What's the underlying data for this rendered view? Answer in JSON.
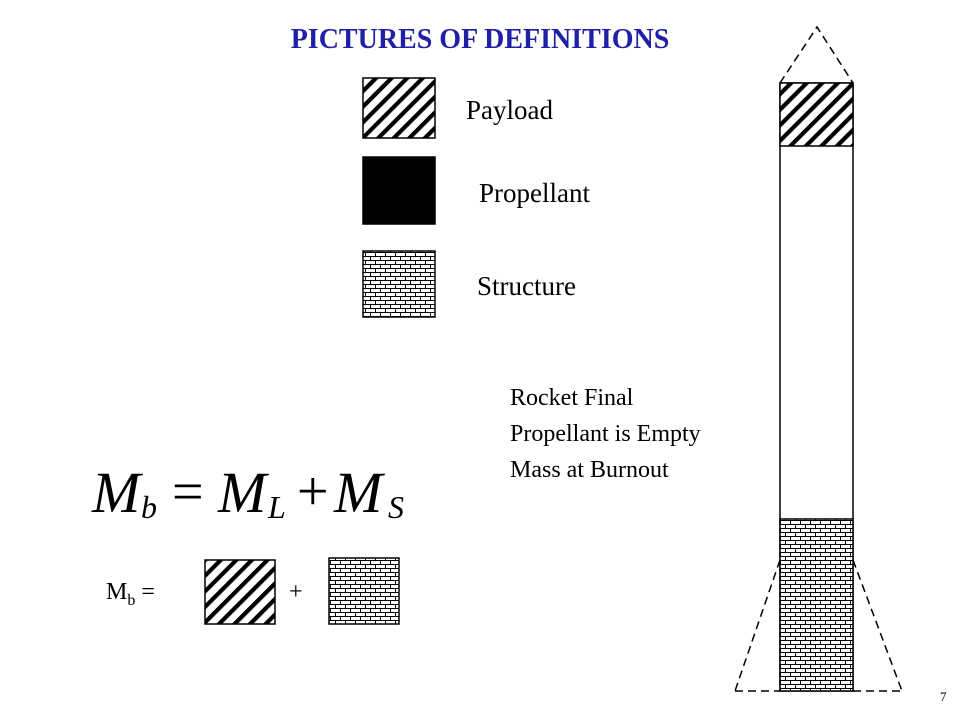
{
  "title": "PICTURES OF DEFINITIONS",
  "title_color": "#1f1fa8",
  "legend": [
    {
      "label": "Payload",
      "pattern": "hatch"
    },
    {
      "label": "Propellant",
      "pattern": "solid"
    },
    {
      "label": "Structure",
      "pattern": "brick"
    }
  ],
  "rocket_caption": [
    "Rocket Final",
    "Propellant is Empty",
    "Mass at Burnout"
  ],
  "equation": {
    "lhs_main": "M",
    "lhs_sub": "b",
    "eq": "=",
    "t1_main": "M",
    "t1_sub": "L",
    "plus": "+",
    "t2_main": "M",
    "t2_sub": "S"
  },
  "picture_equation": {
    "lhs_main": "M",
    "lhs_sub": "b",
    "eq": "=",
    "plus": "+"
  },
  "page_number": "7"
}
